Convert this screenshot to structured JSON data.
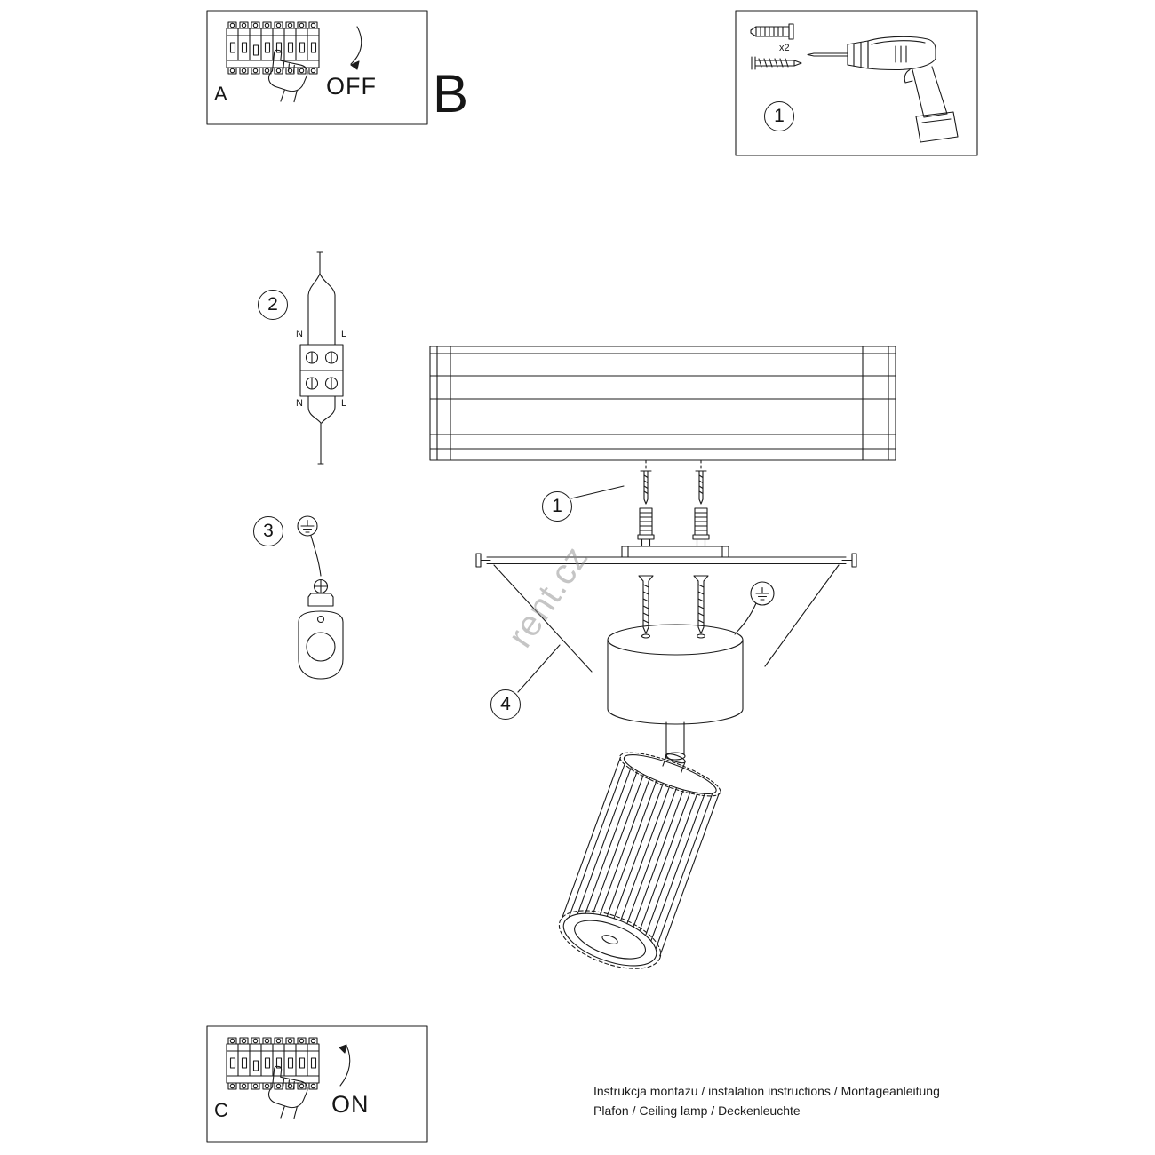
{
  "watermark": "rent.cz",
  "panel_a": {
    "label": "A",
    "state": "OFF"
  },
  "panel_b": {
    "label": "B"
  },
  "panel_c": {
    "label": "C",
    "state": "ON"
  },
  "toolbox": {
    "plug_count": "x2"
  },
  "steps": {
    "s1": "1",
    "s2": "2",
    "s3": "3",
    "s4": "4"
  },
  "wiring": {
    "n": "N",
    "l": "L"
  },
  "footer": {
    "line1": "Instrukcja montażu / instalation instructions / Montageanleitung",
    "line2": "Plafon / Ceiling lamp / Deckenleuchte"
  }
}
